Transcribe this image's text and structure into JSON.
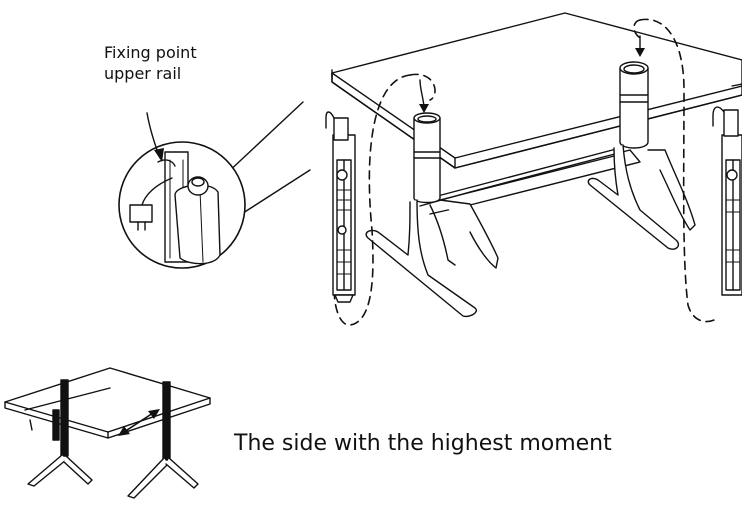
{
  "labels": {
    "fixing_point": "Fixing point\nupper rail",
    "caption": "The side with the highest moment"
  },
  "icons": [
    "desk-main-illustration",
    "detail-magnifier-circle",
    "actuator-rail",
    "small-desk-illustration",
    "double-arrow-icon",
    "insert-arrow-icon"
  ]
}
